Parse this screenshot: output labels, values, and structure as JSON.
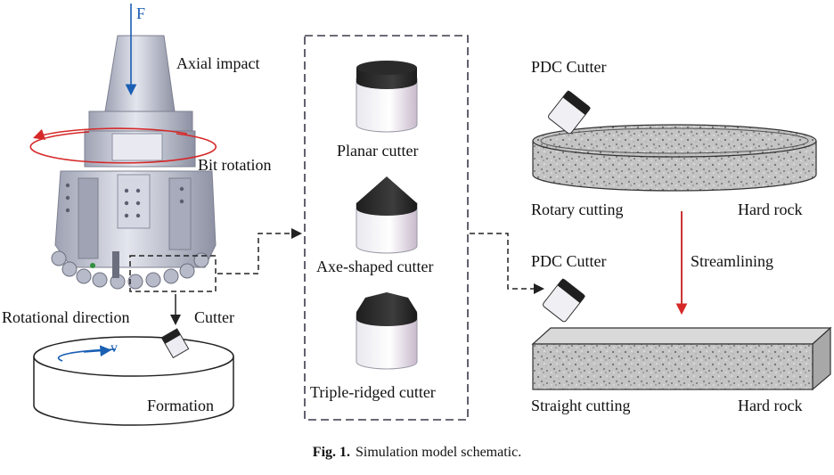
{
  "labels": {
    "force": "F",
    "axial_impact": "Axial impact",
    "bit_rotation": "Bit rotation",
    "rotational_direction": "Rotational direction",
    "cutter": "Cutter",
    "velocity": "v",
    "formation": "Formation",
    "planar_cutter": "Planar cutter",
    "axe_shaped_cutter": "Axe-shaped cutter",
    "triple_ridged_cutter": "Triple-ridged cutter",
    "pdc_cutter_top": "PDC Cutter",
    "rotary_cutting": "Rotary cutting",
    "hard_rock_top": "Hard rock",
    "streamlining": "Streamlining",
    "pdc_cutter_bottom": "PDC Cutter",
    "straight_cutting": "Straight cutting",
    "hard_rock_bottom": "Hard rock"
  },
  "caption": {
    "number": "Fig. 1.",
    "text": "Simulation model schematic."
  },
  "colors": {
    "force_arrow": "#1a5fb4",
    "rotation_arrow": "#d62828",
    "streamlining_arrow": "#c00000",
    "rock_fill": "#b9b9b9",
    "bit_body": "#c9ccd9",
    "cutter_dark": "#2b2b2b"
  }
}
